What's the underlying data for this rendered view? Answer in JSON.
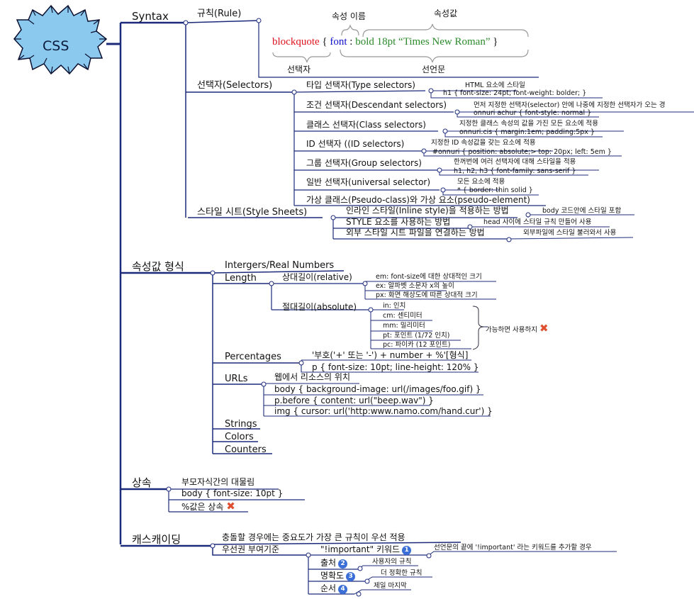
{
  "root": {
    "label": "CSS"
  },
  "colors": {
    "line": "#1c2a7a",
    "bubble_fill": "#8cc9ef",
    "selector_red": "#e0141e",
    "property_blue": "#1010cc",
    "value_green": "#2a8a2a",
    "num_badge": "#3b6fd8",
    "x_icon": "#e05030"
  },
  "syntax": {
    "label": "Syntax",
    "rule": {
      "label": "규칙(Rule)",
      "example": {
        "selector": "blockquote",
        "open_brace": "{",
        "property": "font",
        "colon": ":",
        "value": "bold 18pt “Times New Roman”",
        "close_brace": "}",
        "label_property_name": "속성 이름",
        "label_property_value": "속성값",
        "label_selector": "선택자",
        "label_declaration": "선언문"
      }
    },
    "selectors": {
      "label": "선택자(Selectors)",
      "items": [
        {
          "label": "타입 선택자(Type selectors)",
          "desc": "HTML 요소에 스타일",
          "example": "h1 { font-size: 24pt; font-weight: bolder; }"
        },
        {
          "label": "조건 선택자(Descendant selectors)",
          "desc": "먼저 지정한 선택자(selector) 안에 나중에 지정한 선택자가 오는 경",
          "example": "onnuri achur { font-style: normal }"
        },
        {
          "label": "클래스 선택자(Class selectors)",
          "desc": "지정한 클래스 속성의 값을 가진 모든 요소에 적용",
          "example": "onnuri.cis { margin:1em; padding:5px }"
        },
        {
          "label": "ID 선택자 ((ID selectors)",
          "desc": "지정한 ID 속성값을 갖는 요소에 적용",
          "example": "#onnuri { position: absolute;> top: 20px; left: 5em }"
        },
        {
          "label": "그룹 선택자(Group selectors)",
          "desc": "한꺼번에 여러 선택자에 대해 스타일을 적용",
          "example": "h1, h2, h3 { font-family: sans-serif }"
        },
        {
          "label": "일반 선택자(universal selector)",
          "desc": "모든 요소에 적용",
          "example": "* { border: thin solid }"
        },
        {
          "label": "가상 클래스(Pseudo-class)와 가상 요소(pseudo-element)"
        }
      ]
    },
    "style_sheets": {
      "label": "스타일 시트(Style Sheets)",
      "items": [
        {
          "label": "인라인 스타일(Inline style)을 적용하는 방법",
          "desc": "body 코드안에 스타일 포함"
        },
        {
          "label": "STYLE 요소를 사용하는 방법",
          "desc": "head 사이에 스타일 규칙 만들어 사용"
        },
        {
          "label": "외부 스타일 시트 파일을 연결하는 방법",
          "desc": "외부파일에 스타일 불러와서 사용"
        }
      ]
    }
  },
  "values": {
    "label": "속성값 형식",
    "integers": "Intergers/Real Numbers",
    "length": {
      "label": "Length",
      "relative": {
        "label": "상대길이(relative)",
        "items": [
          "em: font-size에 대한 상대적인 크기",
          "ex: 알파벳 소문자 x의 높이",
          "px: 화면 해상도에 따른 상대적 크기"
        ]
      },
      "absolute": {
        "label": "절대길이(absolute)",
        "items": [
          "in: 인치",
          "cm: 센티미터",
          "mm: 밀리미터",
          "pt: 포인트 (1/72 인치)",
          "pc: 파이카 (12 포인트)"
        ],
        "note": "가능하면 사용하지"
      }
    },
    "percentages": {
      "label": "Percentages",
      "items": [
        "'부호('+' 또는 '-') + number + %'[형식]",
        "p { font-size: 10pt; line-height: 120% }"
      ]
    },
    "urls": {
      "label": "URLs",
      "items": [
        "웹에서 리소스의 위치",
        "body { background-image: url(/images/foo.gif) }",
        "p.before { content: url(\"beep.wav\") }",
        "img { cursor: url('http:www.namo.com/hand.cur') }"
      ]
    },
    "strings": "Strings",
    "colors": "Colors",
    "counters": "Counters"
  },
  "inheritance": {
    "label": "상속",
    "items": [
      "부모자식간의 대물림",
      "body { font-size: 10pt }",
      "%값은 상속"
    ]
  },
  "cascading": {
    "label": "캐스캐이딩",
    "conflict": "충돌할 경우에는 중요도가 가장 큰 규칙이 우선 적용",
    "priority": {
      "label": "우선권 부여기준",
      "items": [
        {
          "label": "\"!important\" 키워드",
          "num": "1",
          "desc": "선언문의 끝에 '!important' 라는 키워드를 추가할 경우"
        },
        {
          "label": "출처",
          "num": "2",
          "desc": "사용자의 규칙"
        },
        {
          "label": "명확도",
          "num": "3",
          "desc": "더 정확한 규칙"
        },
        {
          "label": "순서",
          "num": "4",
          "desc": "제일 마지막"
        }
      ]
    }
  },
  "icons": {
    "x_mark": "✖"
  }
}
